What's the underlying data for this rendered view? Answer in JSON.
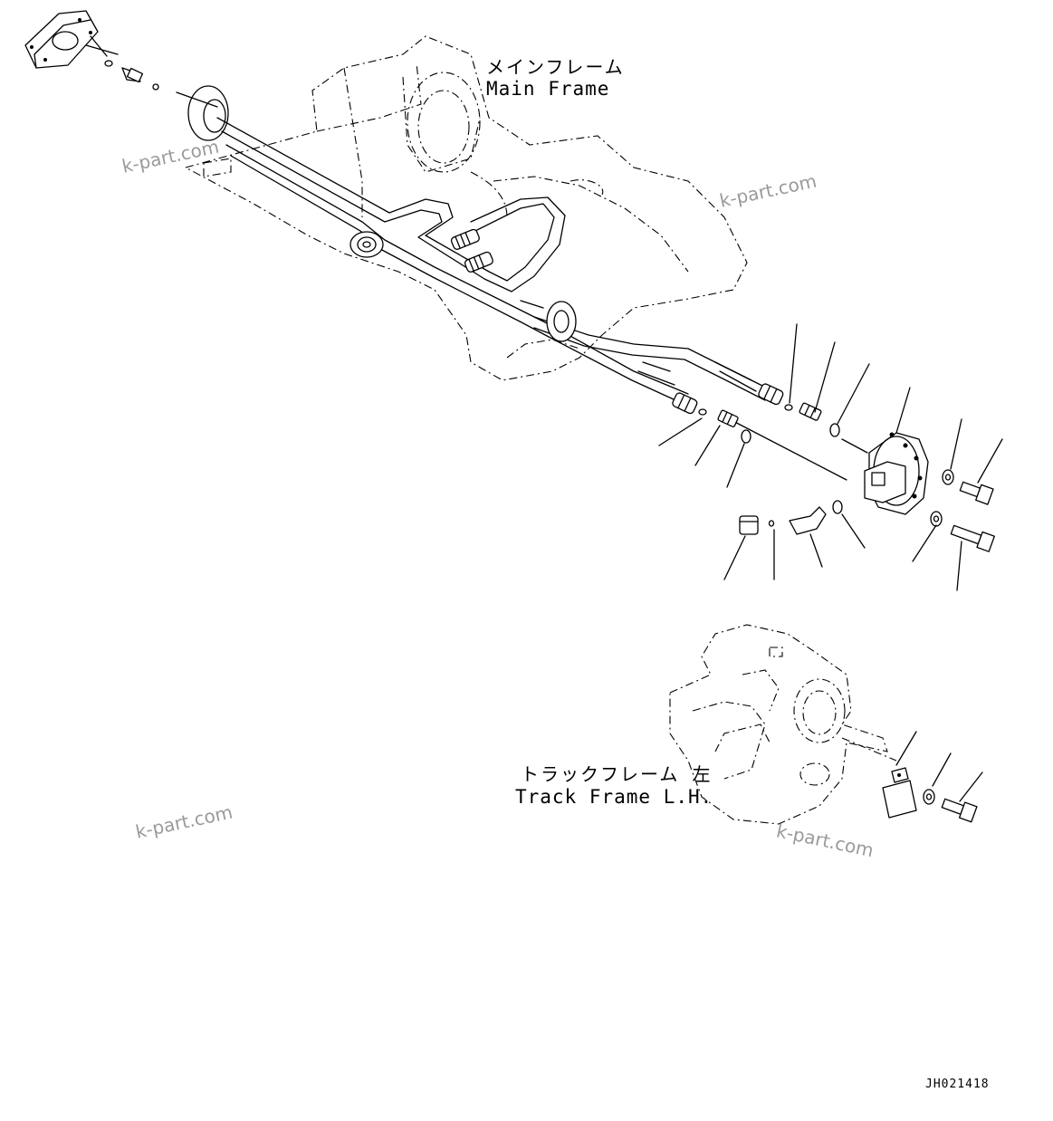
{
  "labels": {
    "main_frame_jp": "メインフレーム",
    "main_frame_en": "Main Frame",
    "track_frame_jp": "トラックフレーム 左",
    "track_frame_en": "Track Frame L.H."
  },
  "watermarks": [
    "k-part.com",
    "k-part.com",
    "k-part.com",
    "k-part.com"
  ],
  "drawing_code": "JH021418",
  "icons": [
    "block-connector",
    "adapter",
    "o-ring",
    "hose",
    "washer",
    "bolt",
    "elbow",
    "cap-nut",
    "bracket-plate"
  ],
  "colors": {
    "line": "#000000",
    "watermark": "#9a9a9a",
    "background": "#ffffff"
  }
}
